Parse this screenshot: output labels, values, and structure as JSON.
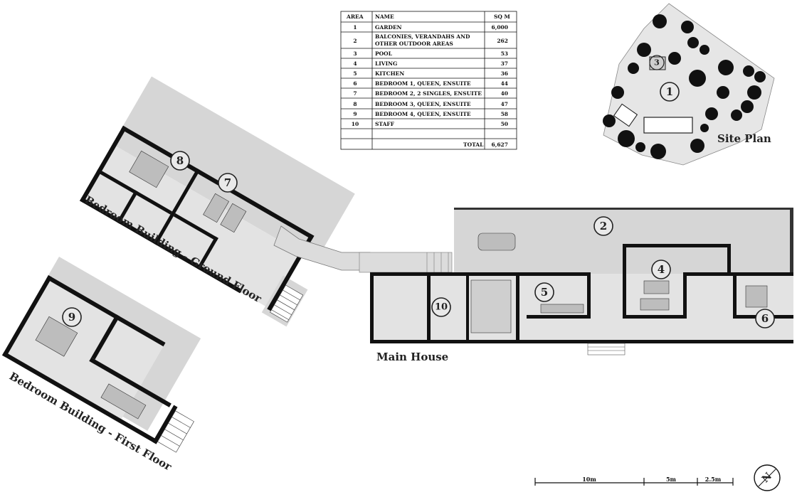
{
  "area_table": {
    "headers": {
      "area": "AREA",
      "name": "NAME",
      "sqm": "SQ M"
    },
    "rows": [
      {
        "area": "1",
        "name": "GARDEN",
        "sqm": "6,000"
      },
      {
        "area": "2",
        "name": "BALCONIES, VERANDAHS AND",
        "name2": "OTHER OUTDOOR AREAS",
        "sqm": "262"
      },
      {
        "area": "3",
        "name": "POOL",
        "sqm": "53"
      },
      {
        "area": "4",
        "name": "LIVING",
        "sqm": "37"
      },
      {
        "area": "5",
        "name": "KITCHEN",
        "sqm": "36"
      },
      {
        "area": "6",
        "name": "BEDROOM 1, QUEEN, ENSUITE",
        "sqm": "44"
      },
      {
        "area": "7",
        "name": "BEDROOM 2, 2 SINGLES, ENSUITE",
        "sqm": "40"
      },
      {
        "area": "8",
        "name": "BEDROOM 3, QUEEN, ENSUITE",
        "sqm": "47"
      },
      {
        "area": "9",
        "name": "BEDROOM 4, QUEEN, ENSUITE",
        "sqm": "58"
      },
      {
        "area": "10",
        "name": "STAFF",
        "sqm": "50"
      }
    ],
    "total_label": "TOTAL",
    "total_value": "6,627"
  },
  "site_plan": {
    "title": "Site Plan",
    "labels": [
      "1",
      "3"
    ]
  },
  "buildings": {
    "ground": "Bedroom Building - Ground Floor",
    "first": "Bedroom Building - First Floor",
    "main": "Main House"
  },
  "room_labels": {
    "r2": "2",
    "r4": "4",
    "r5": "5",
    "r6": "6",
    "r7": "7",
    "r8": "8",
    "r9": "9",
    "r10": "10"
  },
  "scale_bar": {
    "ten": "10m",
    "five": "5m",
    "twofive": "2.5m"
  },
  "north": {
    "letter": "N"
  }
}
